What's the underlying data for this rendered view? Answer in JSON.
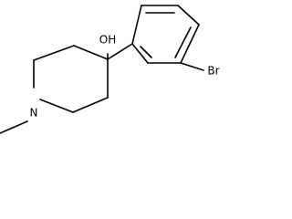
{
  "molecule": {
    "labels": {
      "oh": "OH",
      "n": "N",
      "br": "Br"
    }
  }
}
